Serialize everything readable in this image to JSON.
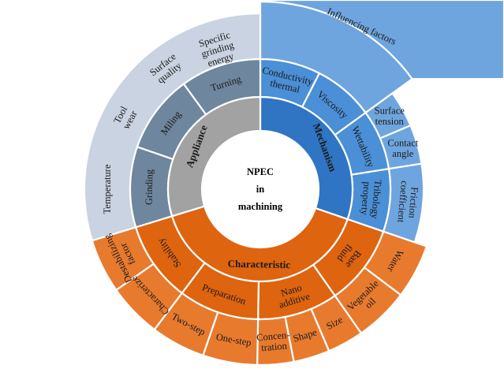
{
  "colors": {
    "orange": "#E87A2E",
    "orange_dark": "#DE6410",
    "blue_light": "#6FA5DE",
    "blue_mid": "#4B8FD6",
    "blue_dark": "#2F75C4",
    "slate_light": "#C9D3E1",
    "slate_mid": "#6E869E",
    "gray": "#A2A2A2",
    "white": "#FFFFFF"
  },
  "center": {
    "lines": [
      "NPEC",
      "in",
      "machining"
    ]
  },
  "ring1": [
    {
      "label": "Mechanism",
      "a0": 0,
      "a1": 109,
      "color": "blue_dark"
    },
    {
      "label": "Characteristic",
      "a0": 109,
      "a1": 253,
      "color": "orange_dark"
    },
    {
      "label": "Appliance",
      "a0": 253,
      "a1": 360,
      "color": "gray"
    }
  ],
  "ring2": [
    {
      "label": "Conductivity thermal",
      "lines": [
        "Conductivity",
        "thermal"
      ],
      "a0": 0,
      "a1": 27,
      "color": "blue_mid"
    },
    {
      "label": "Viscosity",
      "lines": [
        "Viscosity"
      ],
      "a0": 27,
      "a1": 54,
      "color": "blue_mid"
    },
    {
      "label": "Wettability",
      "lines": [
        "Wettability"
      ],
      "a0": 54,
      "a1": 81,
      "color": "blue_mid"
    },
    {
      "label": "Tribology property",
      "lines": [
        "Tribology",
        "property"
      ],
      "a0": 81,
      "a1": 109,
      "color": "blue_mid"
    },
    {
      "label": "Base fluid",
      "lines": [
        "Base",
        "fluid"
      ],
      "a0": 109,
      "a1": 145,
      "color": "orange_dark"
    },
    {
      "label": "Nano additive",
      "lines": [
        "Nano",
        "additive"
      ],
      "a0": 145,
      "a1": 181,
      "color": "orange_dark"
    },
    {
      "label": "Preparation",
      "lines": [
        "Preparation"
      ],
      "a0": 181,
      "a1": 217,
      "color": "orange_dark"
    },
    {
      "label": "Stability",
      "lines": [
        "Stability"
      ],
      "a0": 217,
      "a1": 253,
      "color": "orange_dark"
    },
    {
      "label": "Grinding",
      "lines": [
        "Grinding"
      ],
      "a0": 253,
      "a1": 289,
      "color": "slate_mid"
    },
    {
      "label": "Miling",
      "lines": [
        "Miling"
      ],
      "a0": 289,
      "a1": 324,
      "color": "slate_mid"
    },
    {
      "label": "Turning",
      "lines": [
        "Turning"
      ],
      "a0": 324,
      "a1": 360,
      "color": "slate_mid"
    }
  ],
  "ring3": [
    {
      "label": "Influencing factors",
      "lines": [
        "Influencing factors"
      ],
      "a0": 0,
      "a1": 54,
      "color": "blue_light",
      "r": 0.72
    },
    {
      "label": "Surface tension",
      "lines": [
        "Surface",
        "tension"
      ],
      "a0": 54,
      "a1": 67,
      "color": "blue_light",
      "r": 0.55
    },
    {
      "label": "Contact angle",
      "lines": [
        "Contact",
        "angle"
      ],
      "a0": 67,
      "a1": 81,
      "color": "blue_light",
      "r": 0.55
    },
    {
      "label": "Friction coefficient",
      "lines": [
        "Friction",
        "coefficient"
      ],
      "a0": 81,
      "a1": 109,
      "color": "blue_light",
      "r": 0.55
    },
    {
      "label": "Water",
      "lines": [
        "Water"
      ],
      "a0": 109,
      "a1": 127,
      "color": "orange",
      "r": 0.5
    },
    {
      "label": "Vegetable oil",
      "lines": [
        "Vegetable",
        "oil"
      ],
      "a0": 127,
      "a1": 145,
      "color": "orange",
      "r": 0.5
    },
    {
      "label": "Size",
      "lines": [
        "Size"
      ],
      "a0": 145,
      "a1": 157,
      "color": "orange",
      "r": 0.5
    },
    {
      "label": "Shape",
      "lines": [
        "Shape"
      ],
      "a0": 157,
      "a1": 169,
      "color": "orange",
      "r": 0.5
    },
    {
      "label": "Concen-tration",
      "lines": [
        "Concen-",
        "tration"
      ],
      "a0": 169,
      "a1": 181,
      "color": "orange",
      "r": 0.5
    },
    {
      "label": "One-step",
      "lines": [
        "One-step"
      ],
      "a0": 181,
      "a1": 199,
      "color": "orange",
      "r": 0.5
    },
    {
      "label": "Two-step",
      "lines": [
        "Two-step"
      ],
      "a0": 199,
      "a1": 217,
      "color": "orange",
      "r": 0.5
    },
    {
      "label": "Characterize",
      "lines": [
        "Characterize"
      ],
      "a0": 217,
      "a1": 235,
      "color": "orange",
      "r": 0.5
    },
    {
      "label": "Destabilizing factor",
      "lines": [
        "Destabilizing",
        "factor"
      ],
      "a0": 235,
      "a1": 253,
      "color": "orange",
      "r": 0.5
    },
    {
      "label": "Temperature",
      "lines": [
        "Temperature"
      ],
      "a0": 253,
      "a1": 360,
      "color": "slate_light",
      "r": 0.5,
      "band": true
    }
  ],
  "slate_labels": [
    {
      "label": "Temperature",
      "lines": [
        "Temperature"
      ],
      "angle": 270,
      "r": 0.5
    },
    {
      "label": "Tool wear",
      "lines": [
        "Tool",
        "wear"
      ],
      "angle": 298,
      "r": 0.5
    },
    {
      "label": "Surface quality",
      "lines": [
        "Surface",
        "quality"
      ],
      "angle": 322,
      "r": 0.5
    },
    {
      "label": "Specific grinding energy",
      "lines": [
        "Specific",
        "grinding",
        "energy"
      ],
      "angle": 343,
      "r": 0.35
    }
  ]
}
